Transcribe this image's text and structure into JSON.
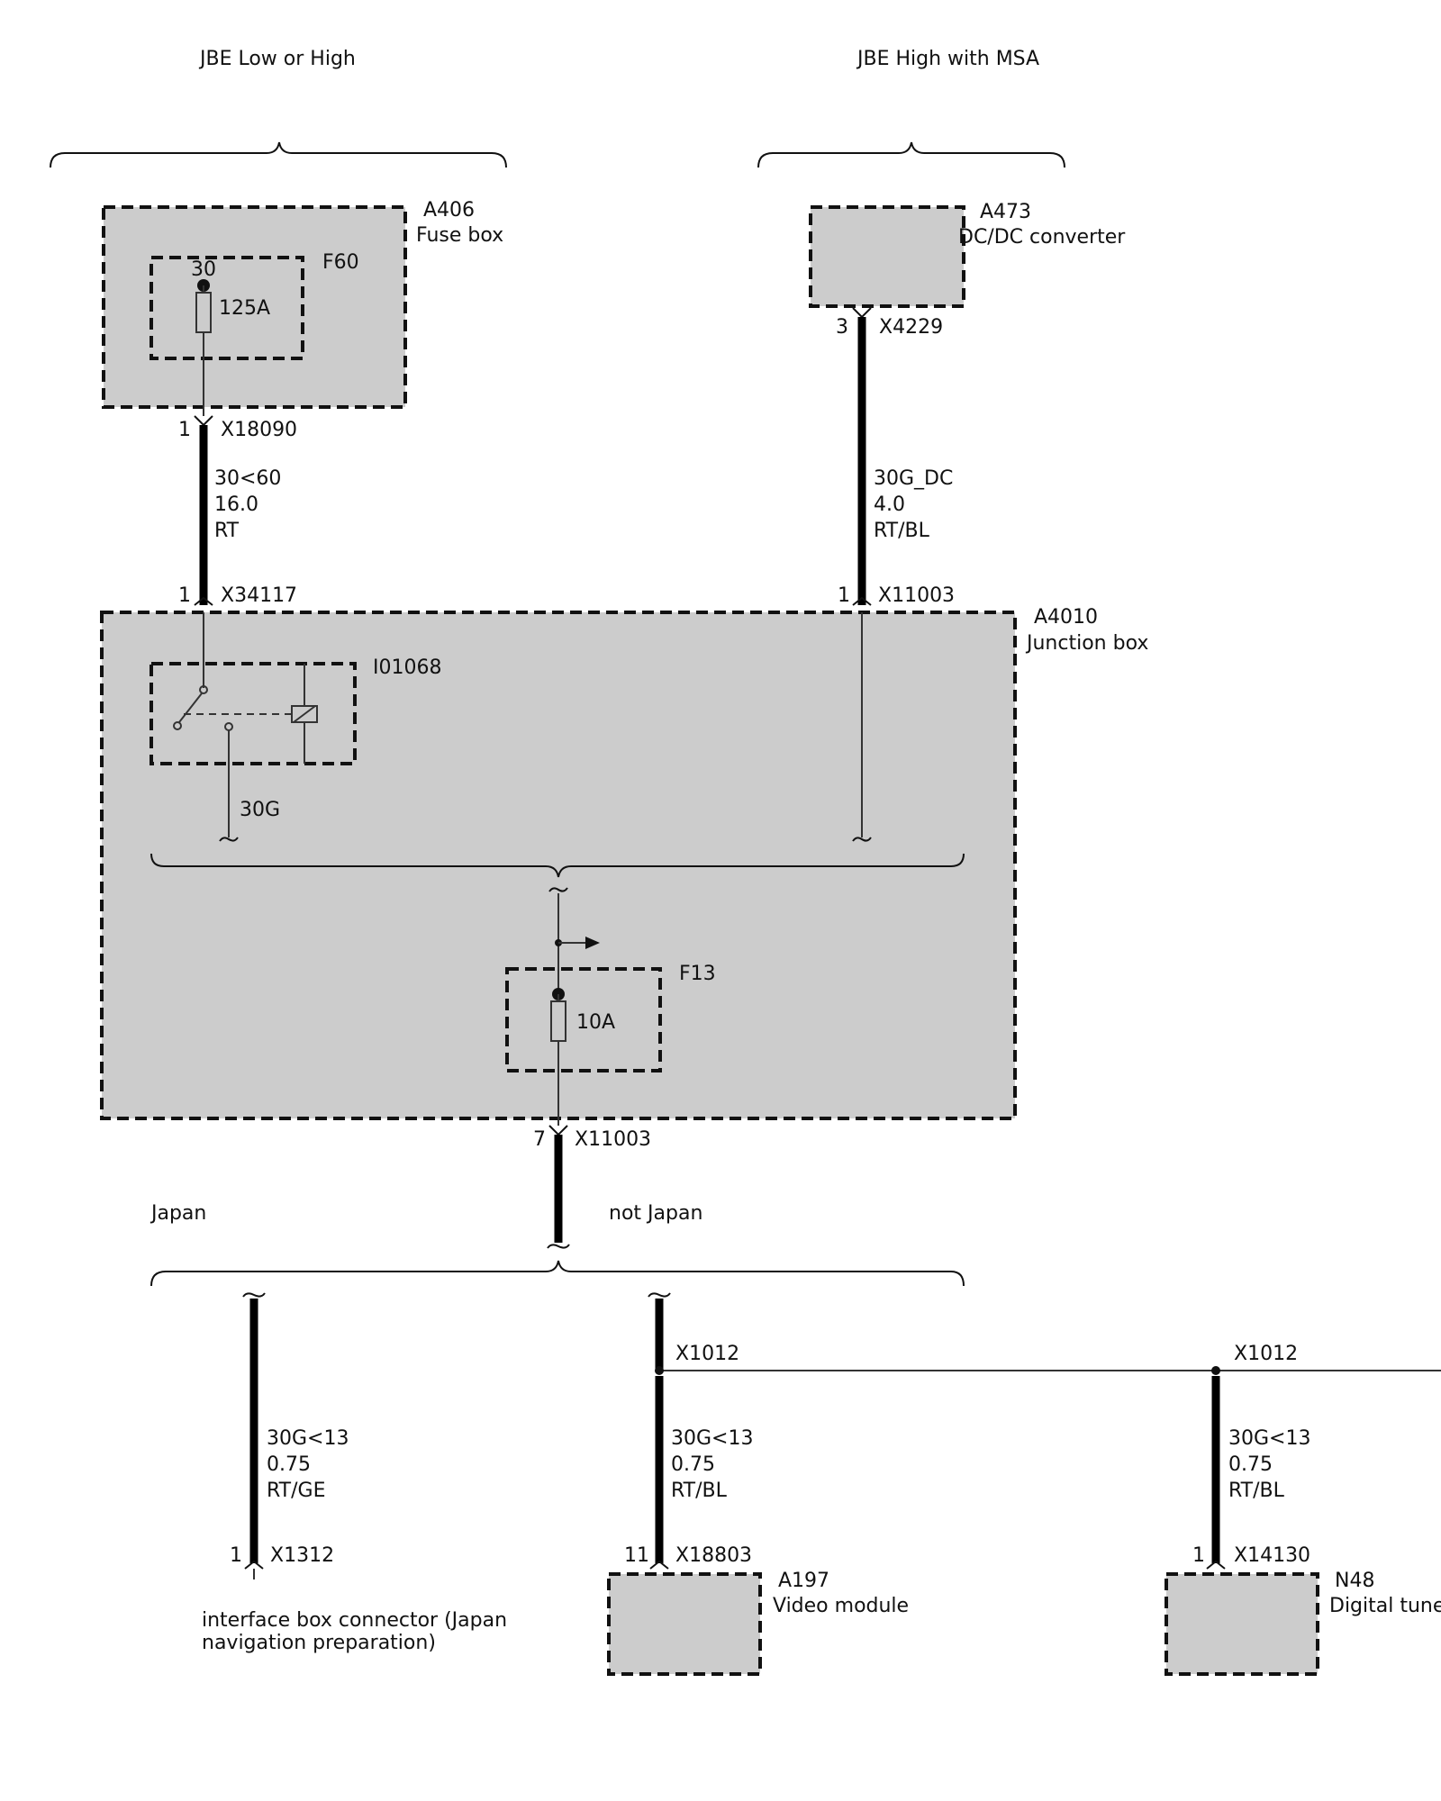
{
  "groups": {
    "jbe_low_high": "JBE Low or High",
    "jbe_high_msa": "JBE High with MSA",
    "japan": "Japan",
    "not_japan": "not Japan"
  },
  "components": {
    "a406": {
      "id": "A406",
      "name": "Fuse box"
    },
    "a473": {
      "id": "A473",
      "name": "DC/DC converter"
    },
    "a4010": {
      "id": "A4010",
      "name": "Junction box"
    },
    "a197": {
      "id": "A197",
      "name": "Video module"
    },
    "n48": {
      "id": "N48",
      "name": "Digital tune"
    },
    "f60": {
      "id": "F60",
      "terminal": "30",
      "rating": "125A"
    },
    "f13": {
      "id": "F13",
      "rating": "10A"
    },
    "relay": {
      "id": "I01068",
      "output": "30G"
    }
  },
  "connectors": {
    "x18090": {
      "pin": "1",
      "name": "X18090"
    },
    "x4229": {
      "pin": "3",
      "name": "X4229"
    },
    "x34117": {
      "pin": "1",
      "name": "X34117"
    },
    "x11003_in": {
      "pin": "1",
      "name": "X11003"
    },
    "x11003_out": {
      "pin": "7",
      "name": "X11003"
    },
    "x1012_a": {
      "name": "X1012"
    },
    "x1012_b": {
      "name": "X1012"
    },
    "x1312": {
      "pin": "1",
      "name": "X1312"
    },
    "x18803": {
      "pin": "11",
      "name": "X18803"
    },
    "x14130": {
      "pin": "1",
      "name": "X14130"
    }
  },
  "wires": {
    "w1": {
      "signal": "30<60",
      "size": "16.0",
      "color": "RT"
    },
    "w2": {
      "signal": "30G_DC",
      "size": "4.0",
      "color": "RT/BL"
    },
    "w3": {
      "signal": "30G<13",
      "size": "0.75",
      "color": "RT/GE"
    },
    "w4": {
      "signal": "30G<13",
      "size": "0.75",
      "color": "RT/BL"
    },
    "w5": {
      "signal": "30G<13",
      "size": "0.75",
      "color": "RT/BL"
    }
  },
  "notes": {
    "interface_line1": "interface box connector (Japan",
    "interface_line2": "navigation preparation)"
  }
}
